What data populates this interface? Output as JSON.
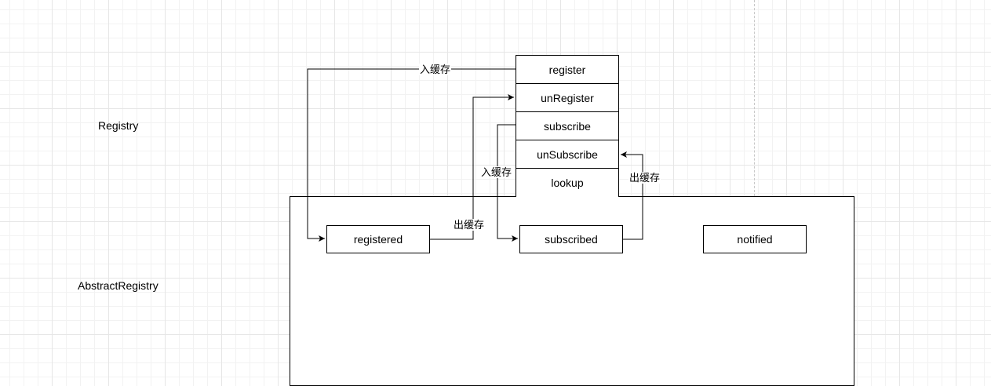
{
  "diagram": {
    "outer_labels": {
      "registry": "Registry",
      "abstract_registry": "AbstractRegistry"
    },
    "registry_methods": [
      {
        "id": "register",
        "label": "register"
      },
      {
        "id": "unregister",
        "label": "unRegister"
      },
      {
        "id": "subscribe",
        "label": "subscribe"
      },
      {
        "id": "unsubscribe",
        "label": "unSubscribe"
      },
      {
        "id": "lookup",
        "label": "lookup"
      }
    ],
    "caches": [
      {
        "id": "registered",
        "label": "registered"
      },
      {
        "id": "subscribed",
        "label": "subscribed"
      },
      {
        "id": "notified",
        "label": "notified"
      }
    ],
    "edges": [
      {
        "from": "register",
        "to": "registered",
        "label": "入缓存"
      },
      {
        "from": "registered",
        "to": "unregister",
        "label": "出缓存"
      },
      {
        "from": "subscribe",
        "to": "subscribed",
        "label": "入缓存"
      },
      {
        "from": "subscribed",
        "to": "unsubscribe",
        "label": "出缓存"
      }
    ],
    "colors": {
      "stroke": "#000000",
      "grid": "#e6e6e6",
      "background": "#ffffff"
    }
  }
}
